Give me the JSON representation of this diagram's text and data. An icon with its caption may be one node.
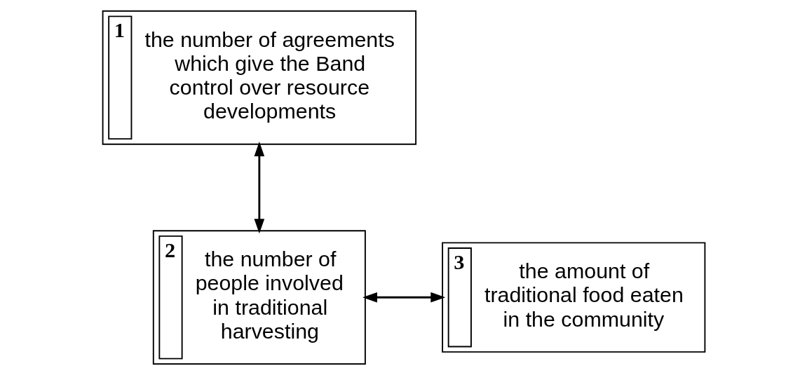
{
  "diagram": {
    "nodes": [
      {
        "text": [
          "1",
          "the number of agreements which give the Band control over resource developments"
        ]
      },
      {
        "text": [
          "2",
          "the number of people involved in traditional harvesting"
        ]
      },
      {
        "text": [
          "3",
          "the amount of traditional food eaten in the community"
        ]
      }
    ],
    "edges": [
      {
        "from": 0,
        "to": 1,
        "arrow": "both"
      },
      {
        "from": 1,
        "to": 2,
        "arrow": "both"
      }
    ]
  }
}
